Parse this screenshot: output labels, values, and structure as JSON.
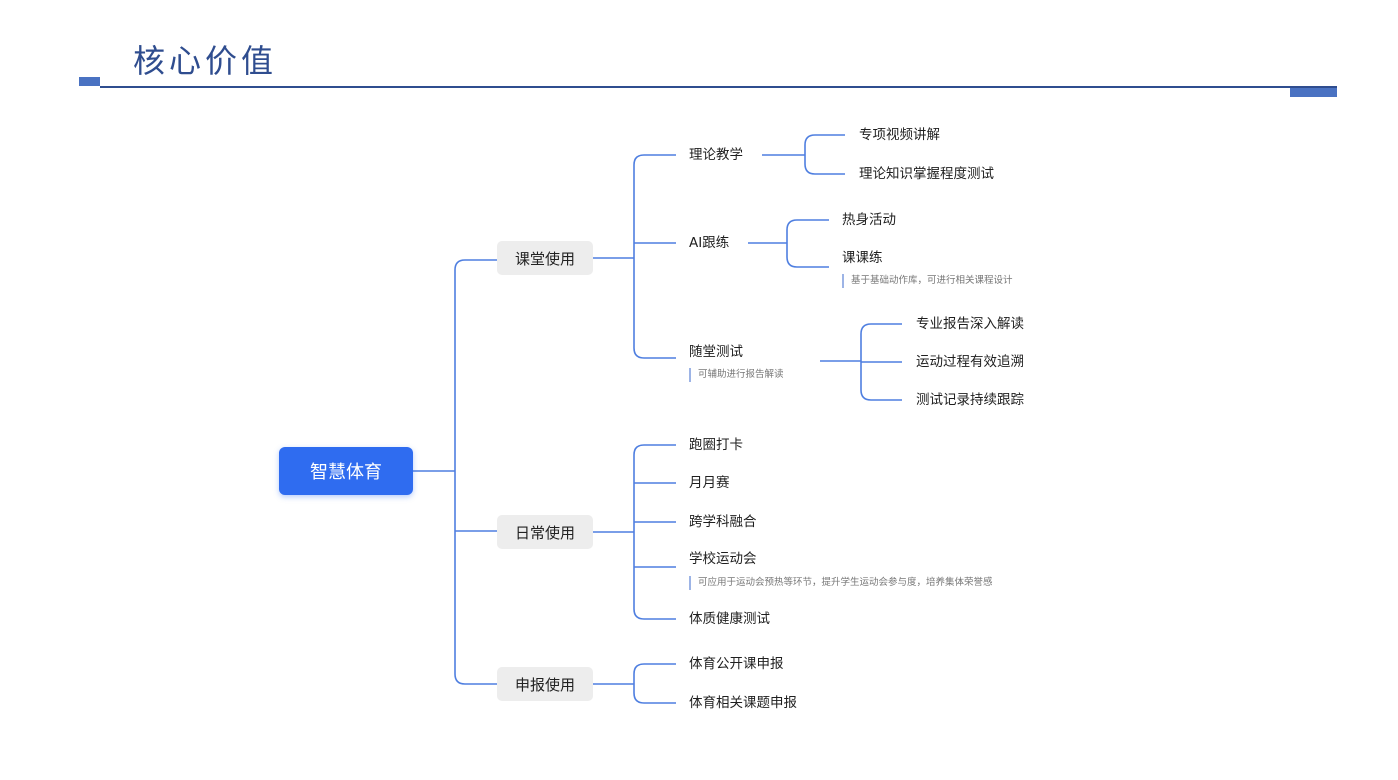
{
  "page": {
    "title": "核心价值"
  },
  "root": {
    "label": "智慧体育"
  },
  "categories": [
    {
      "label": "课堂使用",
      "items": [
        {
          "label": "理论教学",
          "children": [
            "专项视频讲解",
            "理论知识掌握程度测试"
          ]
        },
        {
          "label": "AI跟练",
          "children": [
            "热身活动",
            "课课练"
          ],
          "child_note": "基于基础动作库，可进行相关课程设计"
        },
        {
          "label": "随堂测试",
          "note": "可辅助进行报告解读",
          "children": [
            "专业报告深入解读",
            "运动过程有效追溯",
            "测试记录持续跟踪"
          ]
        }
      ]
    },
    {
      "label": "日常使用",
      "items": [
        {
          "label": "跑圈打卡"
        },
        {
          "label": "月月赛"
        },
        {
          "label": "跨学科融合"
        },
        {
          "label": "学校运动会",
          "note": "可应用于运动会预热等环节，提升学生运动会参与度，培养集体荣誉感"
        },
        {
          "label": "体质健康测试"
        }
      ]
    },
    {
      "label": "申报使用",
      "items": [
        {
          "label": "体育公开课申报"
        },
        {
          "label": "体育相关课题申报"
        }
      ]
    }
  ],
  "colors": {
    "line": "#4f7fe0",
    "root_bg": "#2f6cf0",
    "category_bg": "#ededed",
    "title": "#2f4d8f"
  }
}
